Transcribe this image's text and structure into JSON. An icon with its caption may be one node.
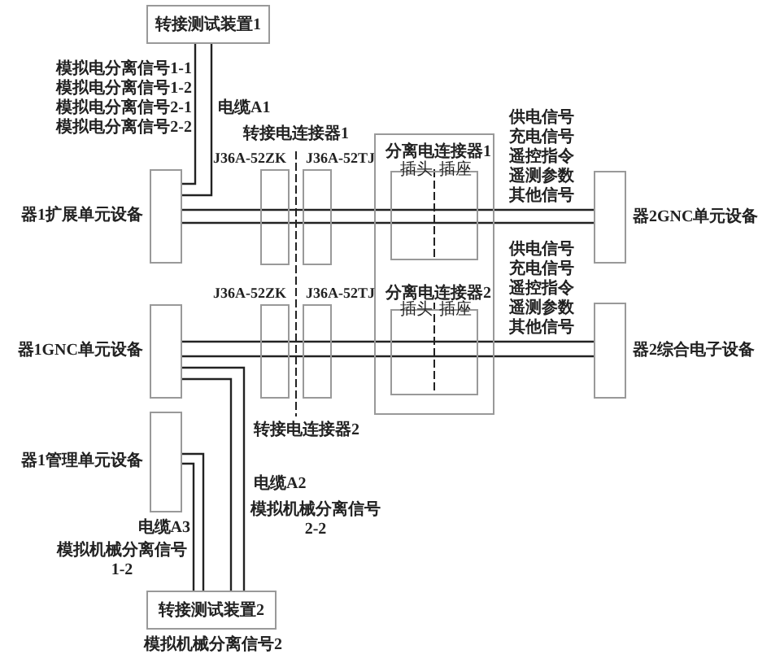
{
  "diagram": {
    "nodes": [
      {
        "text": [
          "转接测试装置1"
        ]
      },
      {
        "text": [
          "器1扩展单元设备"
        ]
      },
      {
        "text": [
          "J36A-52ZK"
        ]
      },
      {
        "text": [
          "J36A-52TJ"
        ]
      },
      {
        "text": [],
        "shape": "box"
      },
      {
        "text": [
          "分离电连接器1",
          "插头",
          "插座"
        ],
        "in": 4
      },
      {
        "text": [
          "器2GNC单元设备"
        ]
      },
      {
        "text": [
          "J36A-52ZK"
        ]
      },
      {
        "text": [
          "J36A-52TJ"
        ]
      },
      {
        "text": [
          "分离电连接器2",
          "插头",
          "插座"
        ],
        "in": 4
      },
      {
        "text": [
          "器1GNC单元设备"
        ]
      },
      {
        "text": [
          "器2综合电子设备"
        ]
      },
      {
        "text": [
          "器1管理单元设备"
        ]
      },
      {
        "text": [
          "转接测试装置2"
        ],
        "beside": [
          "模拟机械分离信号2"
        ]
      }
    ],
    "edges": [
      {
        "from": 0,
        "to": 1,
        "arrow": "none"
      },
      {
        "from": 0,
        "to": 1,
        "arrow": "none"
      },
      {
        "from": 1,
        "to": 2,
        "arrow": "none"
      },
      {
        "from": 1,
        "to": 2,
        "arrow": "none"
      },
      {
        "from": 2,
        "to": 3,
        "arrow": "none"
      },
      {
        "from": 2,
        "to": 3,
        "arrow": "none"
      },
      {
        "from": 3,
        "to": 5,
        "arrow": "none"
      },
      {
        "from": 3,
        "to": 5,
        "arrow": "none"
      },
      {
        "from": 5,
        "to": 6,
        "arrow": "none"
      },
      {
        "from": 5,
        "to": 6,
        "arrow": "none"
      },
      {
        "from": 10,
        "to": 7,
        "arrow": "none"
      },
      {
        "from": 10,
        "to": 7,
        "arrow": "none"
      },
      {
        "from": 7,
        "to": 8,
        "arrow": "none"
      },
      {
        "from": 7,
        "to": 8,
        "arrow": "none"
      },
      {
        "from": 8,
        "to": 9,
        "arrow": "none"
      },
      {
        "from": 8,
        "to": 9,
        "arrow": "none"
      },
      {
        "from": 9,
        "to": 11,
        "arrow": "none"
      },
      {
        "from": 9,
        "to": 11,
        "arrow": "none"
      },
      {
        "from": 10,
        "to": 13,
        "arrow": "none"
      },
      {
        "from": 10,
        "to": 13,
        "arrow": "none"
      },
      {
        "from": 12,
        "to": 13,
        "arrow": "none"
      },
      {
        "from": 12,
        "to": 13,
        "arrow": "none"
      }
    ],
    "labels": [
      "模拟电分离信号1-1",
      "模拟电分离信号1-2",
      "模拟电分离信号2-1",
      "模拟电分离信号2-2",
      "电缆A1",
      "转接电连接器1",
      "供电信号",
      "充电信号",
      "遥控指令",
      "遥测参数",
      "其他信号",
      "供电信号",
      "充电信号",
      "遥控指令",
      "遥测参数",
      "其他信号",
      "转接电连接器2",
      "电缆A2",
      "模拟机械分离信号2-2",
      "电缆A3",
      "模拟机械分离信号1-2"
    ]
  }
}
